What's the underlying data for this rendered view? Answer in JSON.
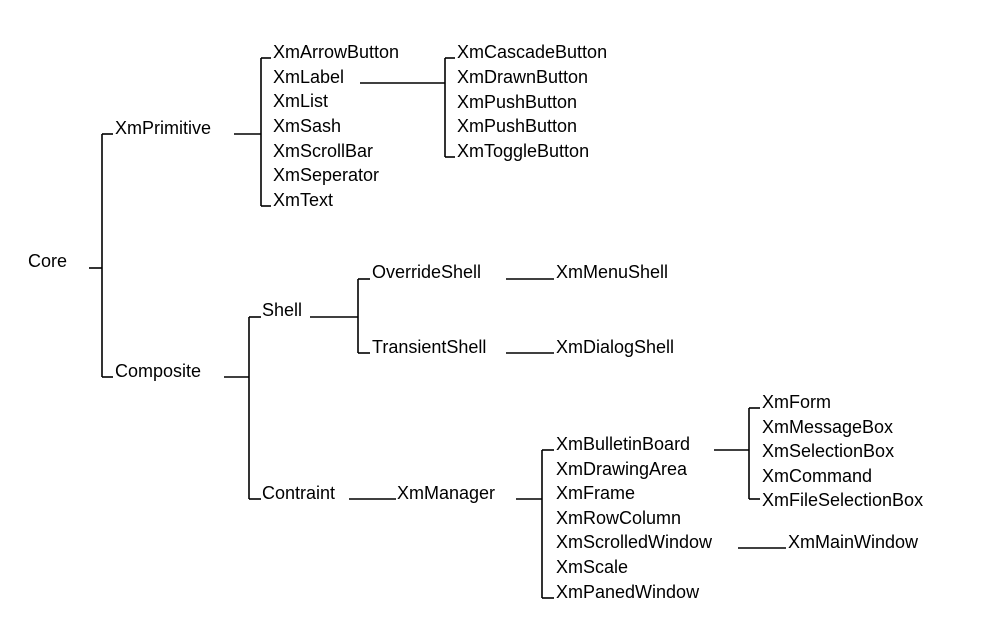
{
  "title": "",
  "colors": {
    "line": "#000000",
    "text": "#000000",
    "background": "#ffffff"
  },
  "tree": {
    "core": "Core",
    "xm_primitive": "XmPrimitive",
    "composite": "Composite",
    "xm_arrow_button": "XmArrowButton",
    "xm_label": "XmLabel",
    "xm_list": "XmList",
    "xm_sash": "XmSash",
    "xm_scroll_bar": "XmScrollBar",
    "xm_seperator": "XmSeperator",
    "xm_text": "XmText",
    "xm_cascade_button": "XmCascadeButton",
    "xm_drawn_button": "XmDrawnButton",
    "xm_push_button_1": "XmPushButton",
    "xm_push_button_2": "XmPushButton",
    "xm_toggle_button": "XmToggleButton",
    "shell": "Shell",
    "override_shell": "OverrideShell",
    "transient_shell": "TransientShell",
    "xm_menu_shell": "XmMenuShell",
    "xm_dialog_shell": "XmDialogShell",
    "contraint": "Contraint",
    "xm_manager": "XmManager",
    "xm_bulletin_board": "XmBulletinBoard",
    "xm_drawing_area": "XmDrawingArea",
    "xm_frame": "XmFrame",
    "xm_row_column": "XmRowColumn",
    "xm_scrolled_window": "XmScrolledWindow",
    "xm_scale": "XmScale",
    "xm_paned_window": "XmPanedWindow",
    "xm_main_window": "XmMainWindow",
    "xm_form": "XmForm",
    "xm_message_box": "XmMessageBox",
    "xm_selection_box": "XmSelectionBox",
    "xm_command": "XmCommand",
    "xm_file_selection_box": "XmFileSelectionBox"
  }
}
